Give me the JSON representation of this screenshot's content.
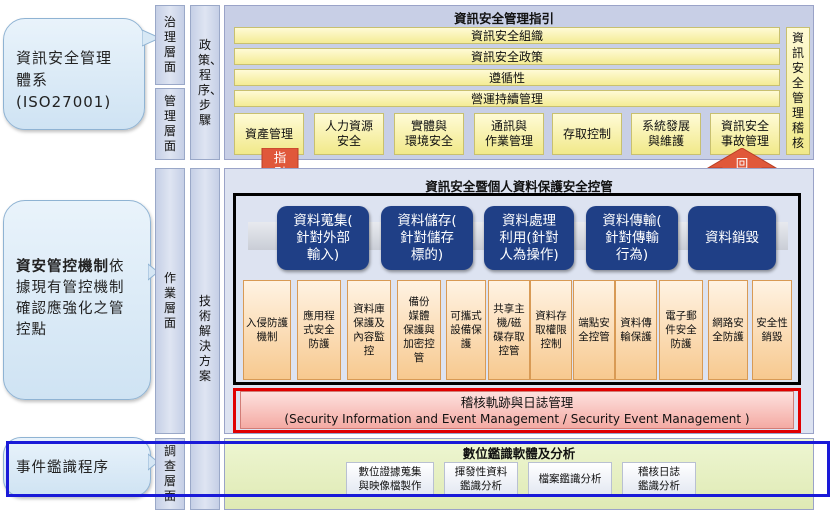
{
  "callouts": {
    "governance_system": [
      "資訊安全管理",
      "體系",
      "(ISO27001)"
    ],
    "control_mechanism": {
      "bold": "資安管控機制",
      "rest": "依據現有管控機制確認應強化之管控點"
    },
    "incident_forensics": "事件鑑識程序"
  },
  "layers": {
    "governance": "治理層面",
    "management": "管理層面",
    "operation": "作業層面",
    "investigation": "調查層面",
    "policy_procedure": "政策、程序、步驟",
    "tech_solution": "技術解決方案"
  },
  "guidelines": {
    "title": "資訊安全管理指引",
    "bars": [
      "資訊安全組織",
      "資訊安全政策",
      "遵循性",
      "營運持續管理"
    ],
    "boxes": [
      [
        "資產管理"
      ],
      [
        "人力資源",
        "安全"
      ],
      [
        "實體與",
        "環境安全"
      ],
      [
        "通訊與",
        "作業管理"
      ],
      [
        "存取控制"
      ],
      [
        "系統發展",
        "與維護"
      ],
      [
        "資訊安全",
        "事故管理"
      ]
    ],
    "side": "資訊安全管理稽核"
  },
  "arrows": {
    "guide": "指引",
    "feedback": "回饋"
  },
  "controls": {
    "title": "資訊安全暨個人資料保護安全控管",
    "stages": [
      [
        "資料蒐集(",
        "針對外部",
        "輸入)"
      ],
      [
        "資料儲存(",
        "針對儲存",
        "標的)"
      ],
      [
        "資料處理",
        "利用(針對",
        "人為操作)"
      ],
      [
        "資料傳輸(",
        "針對傳輸",
        "行為)"
      ],
      [
        "資料銷毀"
      ]
    ],
    "items": [
      [
        "入侵防護",
        "機制"
      ],
      [
        "應用程",
        "式安全",
        "防護"
      ],
      [
        "資料庫",
        "保護及",
        "內容監",
        "控"
      ],
      [
        "備份",
        "媒體",
        "保護與",
        "加密控",
        "管"
      ],
      [
        "可攜式",
        "設備保",
        "護"
      ],
      [
        "共享主",
        "機/磁",
        "碟存取",
        "控管"
      ],
      [
        "資料存",
        "取權限",
        "控制"
      ],
      [
        "端點安",
        "全控管"
      ],
      [
        "資料傳",
        "輸保護"
      ],
      [
        "電子郵",
        "件安全",
        "防護"
      ],
      [
        "網路安",
        "全防護"
      ],
      [
        "安全性",
        "銷毀"
      ]
    ]
  },
  "siem": {
    "line1": "稽核軌跡與日誌管理",
    "line2": "(Security Information and Event Management / Security Event Management )"
  },
  "forensics": {
    "title": "數位鑑識軟體及分析",
    "items": [
      [
        "數位證據蒐集",
        "與映像檔製作"
      ],
      [
        "揮發性資料",
        "鑑識分析"
      ],
      [
        "檔案鑑識分析"
      ],
      [
        "稽核日誌",
        "鑑識分析"
      ]
    ]
  },
  "colors": {
    "navy": "#1f3f86",
    "orange_arrow": "#e0583a",
    "highlight_black": "#000000",
    "highlight_red": "#e00000",
    "highlight_blue": "#1a1ad8"
  }
}
